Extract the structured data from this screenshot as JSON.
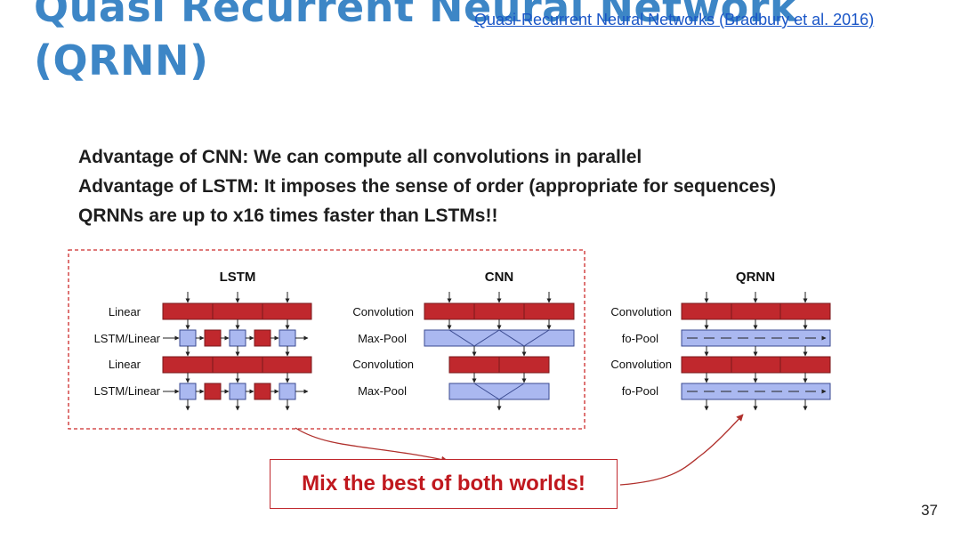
{
  "slide": {
    "title_line1": "Quasi Recurrent Neural Network",
    "title_line2": "(QRNN)",
    "reference": "Quasi-Recurrent Neural Networks (Bradbury et al. 2016)",
    "bullets": [
      "Advantage of CNN: We can compute all convolutions in parallel",
      "Advantage of LSTM: It imposes the sense of order (appropriate for sequences)",
      "QRNNs are up to x16 times faster than LSTMs!!"
    ],
    "callout": "Mix the best of both worlds!",
    "page_number": "37"
  },
  "diagram": {
    "lstm": {
      "title": "LSTM",
      "row_labels": [
        "Linear",
        "LSTM/Linear",
        "Linear",
        "LSTM/Linear"
      ]
    },
    "cnn": {
      "title": "CNN",
      "row_labels": [
        "Convolution",
        "Max-Pool",
        "Convolution",
        "Max-Pool"
      ]
    },
    "qrnn": {
      "title": "QRNN",
      "row_labels": [
        "Convolution",
        "fo-Pool",
        "Convolution",
        "fo-Pool"
      ]
    },
    "colors": {
      "red_block": "#c0282d",
      "blue_block": "#aab8f0",
      "dashed_frame": "#cc2a2a",
      "arrow": "#222222",
      "curve": "#b0302c"
    }
  }
}
